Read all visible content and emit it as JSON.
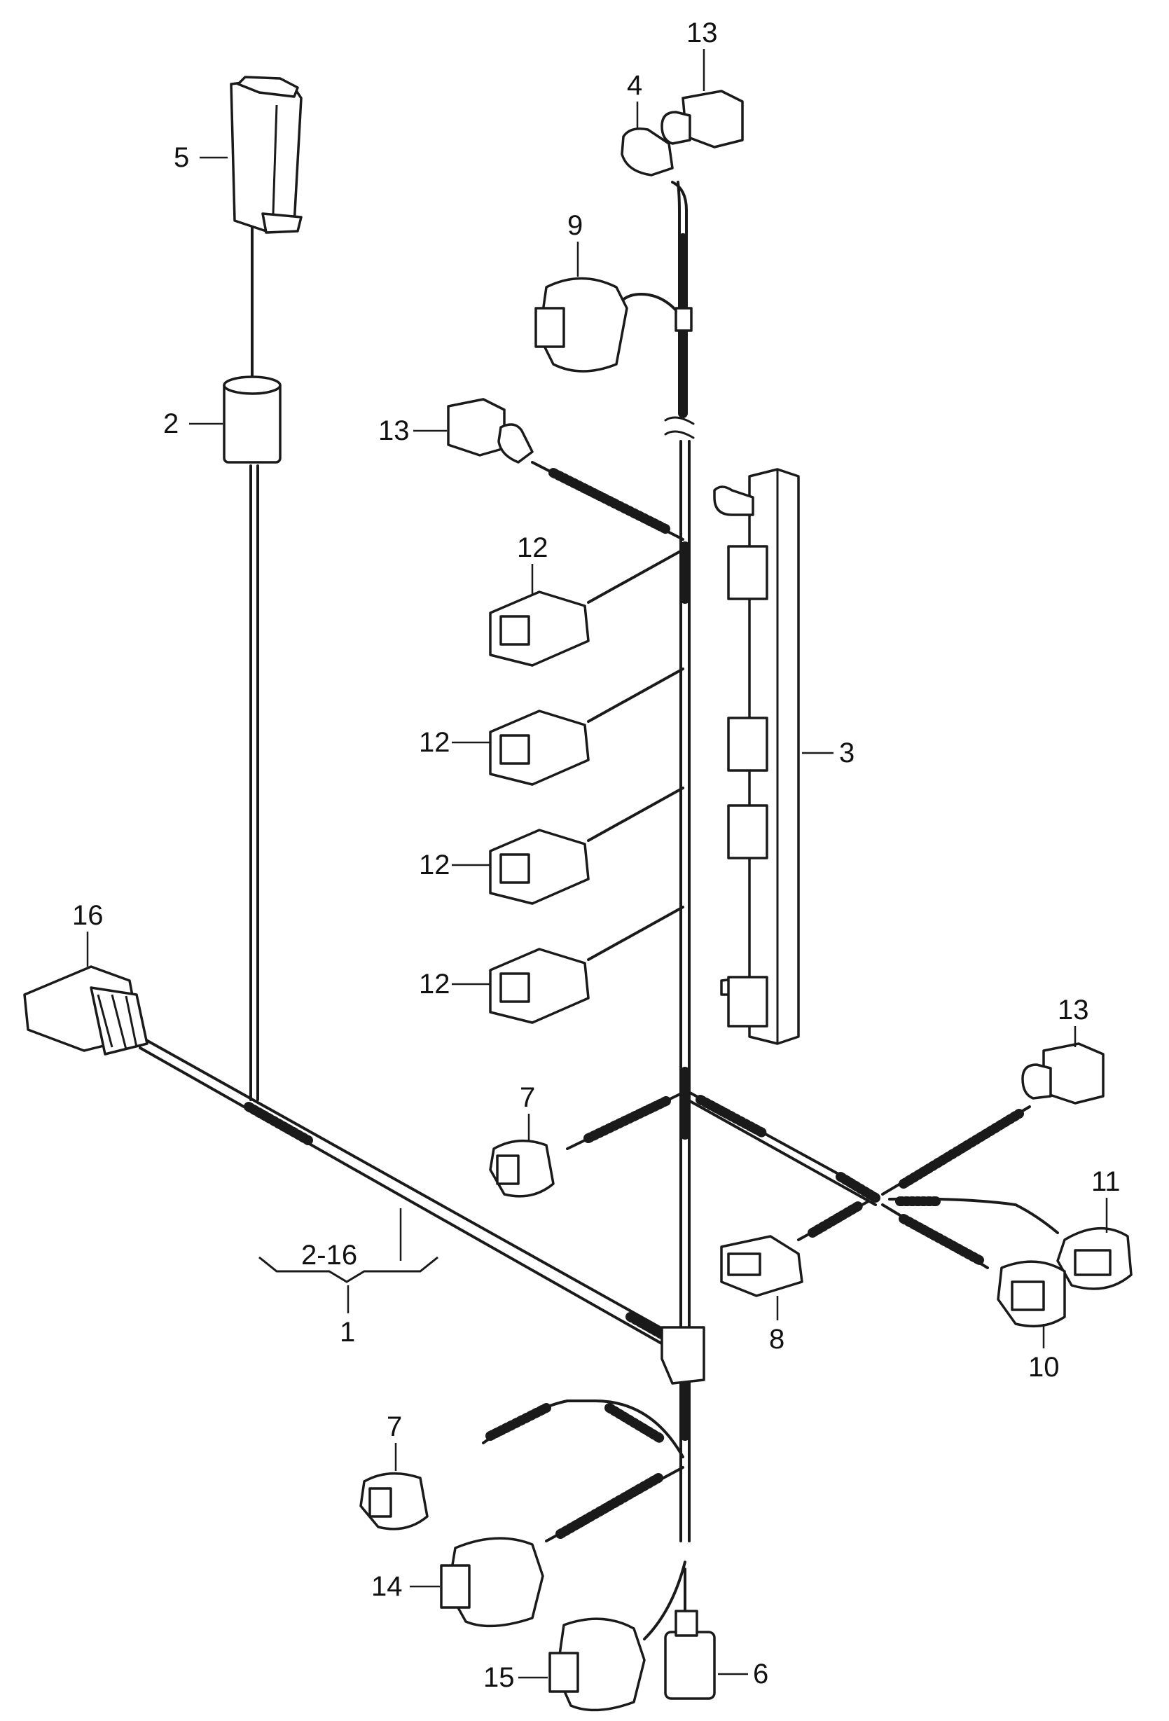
{
  "callouts": {
    "c1": "1",
    "c2": "2",
    "c3": "3",
    "c4": "4",
    "c5": "5",
    "c6": "6",
    "c7a": "7",
    "c7b": "7",
    "c8": "8",
    "c9": "9",
    "c10": "10",
    "c11": "11",
    "c12a": "12",
    "c12b": "12",
    "c12c": "12",
    "c12d": "12",
    "c13a": "13",
    "c13b": "13",
    "c13c": "13",
    "c14": "14",
    "c15": "15",
    "c16": "16",
    "range": "2-16"
  }
}
